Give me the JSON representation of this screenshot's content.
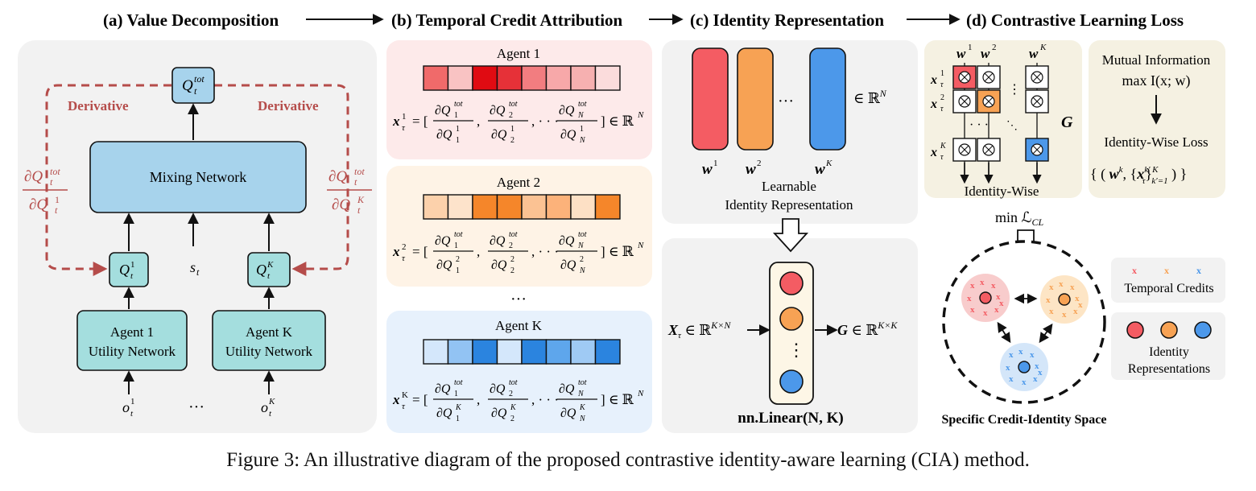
{
  "headers": {
    "a": "(a) Value Decomposition",
    "b": "(b) Temporal Credit Attribution",
    "c": "(c) Identity Representation",
    "d": "(d) Contrastive Learning Loss"
  },
  "panel_a": {
    "qtot": "Q",
    "qtot_sub": "t",
    "qtot_sup": "tot",
    "derivative_left": "Derivative",
    "derivative_right": "Derivative",
    "mixing": "Mixing Network",
    "q1": "Q",
    "qK": "Q",
    "s_t": "s",
    "agent1_line1": "Agent 1",
    "agent1_line2": "Utility Network",
    "agentK_line1": "Agent K",
    "agentK_line2": "Utility Network",
    "obs_dots": "···",
    "frac_left_num": "∂Q",
    "frac_left_den": "∂Q",
    "frac_right_num": "∂Q",
    "frac_right_den": "∂Q"
  },
  "panel_b": {
    "agents": [
      {
        "title": "Agent 1",
        "sup": "1",
        "colors": [
          "#f06a6a",
          "#f9c3c3",
          "#e00b12",
          "#e63138",
          "#f27d80",
          "#f7a8a9",
          "#f6b0b0",
          "#fbdcdc"
        ]
      },
      {
        "title": "Agent 2",
        "sup": "2",
        "colors": [
          "#fcd1ab",
          "#fde3cb",
          "#f5862a",
          "#f5862a",
          "#fbc293",
          "#fcb27a",
          "#fde0c5",
          "#f5862a"
        ]
      },
      {
        "title": "Agent K",
        "sup": "K",
        "colors": [
          "#d4e7fb",
          "#92c3f3",
          "#2b84df",
          "#d4e7fb",
          "#2b84df",
          "#5ea6ec",
          "#9fcaf4",
          "#2b84df"
        ]
      }
    ],
    "dots": "···",
    "in_RN": "∈ ℝ"
  },
  "panel_c": {
    "learnable_line1": "Learnable",
    "learnable_line2": "Identity Representation",
    "dots": "···",
    "in_RN": "∈ ℝ",
    "w1": "w",
    "w2": "w",
    "wK": "w",
    "X_label": "X",
    "G_label": "G",
    "nn_linear": "nn.Linear(N, K)",
    "vdots": "⋮"
  },
  "panel_d": {
    "identity_wise": "Identity-Wise",
    "G": "G",
    "mi_line1": "Mutual Information",
    "mi_line2": "max I(x; w)",
    "idl": "Identity-Wise Loss",
    "min_L": "min ℒ",
    "legend_temporal": "Temporal Credits",
    "legend_identity_1": "Identity",
    "legend_identity_2": "Representations",
    "space_label": "Specific Credit-Identity Space"
  },
  "colors": {
    "red": "#f45c63",
    "orange": "#f7a254",
    "blue": "#4c98ea",
    "teal": "#a4dede",
    "mix_blue": "#a7d3ec",
    "derivative": "#b54c4a"
  },
  "caption": "Figure 3: An illustrative diagram of the proposed contrastive identity-aware learning (CIA) method."
}
